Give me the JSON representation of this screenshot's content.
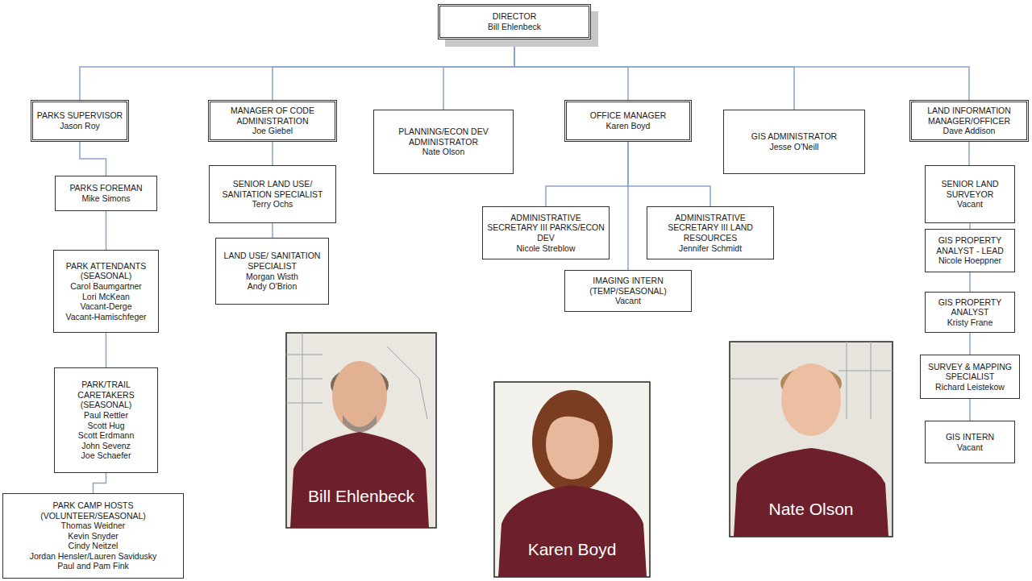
{
  "diagram": {
    "nodes": [
      {
        "text": [
          "DIRECTOR",
          "Bill Ehlenbeck"
        ]
      },
      {
        "text": [
          "PARKS SUPERVISOR",
          "Jason Roy"
        ]
      },
      {
        "text": [
          "PARKS FOREMAN",
          "Mike Simons"
        ]
      },
      {
        "text": [
          "PARK ATTENDANTS (SEASONAL)",
          "Carol Baumgartner",
          "Lori McKean",
          "Vacant-Derge",
          "Vacant-Hamischfeger"
        ]
      },
      {
        "text": [
          "PARK/TRAIL CARETAKERS (SEASONAL)",
          "Paul Rettler",
          "Scott Hug",
          "Scott Erdmann",
          "John Sevenz",
          "Joe Schaefer"
        ]
      },
      {
        "text": [
          "PARK CAMP HOSTS (VOLUNTEER/SEASONAL)",
          "Thomas Weidner",
          "Kevin Snyder",
          "Cindy Neitzel",
          "Jordan Hensler/Lauren Savidusky",
          "Paul and Pam Fink"
        ]
      },
      {
        "text": [
          "MANAGER OF CODE ADMINISTRATION",
          "Joe Giebel"
        ]
      },
      {
        "text": [
          "SENIOR LAND USE/ SANITATION SPECIALIST",
          "Terry Ochs"
        ]
      },
      {
        "text": [
          "LAND USE/ SANITATION SPECIALIST",
          "Morgan Wisth",
          "Andy O'Brion"
        ]
      },
      {
        "text": [
          "PLANNING/ECON DEV ADMINISTRATOR",
          "Nate Olson"
        ]
      },
      {
        "text": [
          "OFFICE MANAGER",
          "Karen Boyd"
        ]
      },
      {
        "text": [
          "ADMINISTRATIVE SECRETARY III PARKS/ECON DEV",
          "Nicole Streblow"
        ]
      },
      {
        "text": [
          "ADMINISTRATIVE SECRETARY III LAND RESOURCES",
          "Jennifer Schmidt"
        ]
      },
      {
        "text": [
          "IMAGING INTERN (TEMP/SEASONAL)",
          "Vacant"
        ]
      },
      {
        "text": [
          "GIS ADMINISTRATOR",
          "Jesse O'Neill"
        ]
      },
      {
        "text": [
          "LAND INFORMATION MANAGER/OFFICER",
          "Dave Addison"
        ]
      },
      {
        "text": [
          "SENIOR LAND SURVEYOR",
          "Vacant"
        ]
      },
      {
        "text": [
          "GIS PROPERTY ANALYST - LEAD",
          "Nicole Hoeppner"
        ]
      },
      {
        "text": [
          "GIS PROPERTY ANALYST",
          "Kristy Frane"
        ]
      },
      {
        "text": [
          "SURVEY & MAPPING SPECIALIST",
          "Richard Leistekow"
        ]
      },
      {
        "text": [
          "GIS INTERN",
          "Vacant"
        ]
      }
    ],
    "edges": [
      {
        "from": 0,
        "to": 1,
        "arrow": "none"
      },
      {
        "from": 0,
        "to": 6,
        "arrow": "none"
      },
      {
        "from": 0,
        "to": 9,
        "arrow": "none"
      },
      {
        "from": 0,
        "to": 10,
        "arrow": "none"
      },
      {
        "from": 0,
        "to": 14,
        "arrow": "none"
      },
      {
        "from": 0,
        "to": 15,
        "arrow": "none"
      },
      {
        "from": 1,
        "to": 2,
        "arrow": "none"
      },
      {
        "from": 2,
        "to": 3,
        "arrow": "none"
      },
      {
        "from": 3,
        "to": 4,
        "arrow": "none"
      },
      {
        "from": 4,
        "to": 5,
        "arrow": "none"
      },
      {
        "from": 6,
        "to": 7,
        "arrow": "none"
      },
      {
        "from": 7,
        "to": 8,
        "arrow": "none"
      },
      {
        "from": 10,
        "to": 11,
        "arrow": "none"
      },
      {
        "from": 10,
        "to": 12,
        "arrow": "none"
      },
      {
        "from": 10,
        "to": 13,
        "arrow": "none"
      },
      {
        "from": 15,
        "to": 16,
        "arrow": "none"
      },
      {
        "from": 16,
        "to": 17,
        "arrow": "none"
      },
      {
        "from": 17,
        "to": 18,
        "arrow": "none"
      },
      {
        "from": 18,
        "to": 19,
        "arrow": "none"
      },
      {
        "from": 19,
        "to": 20,
        "arrow": "none"
      }
    ],
    "labels": [
      "Bill Ehlenbeck",
      "Karen Boyd",
      "Nate Olson"
    ]
  }
}
